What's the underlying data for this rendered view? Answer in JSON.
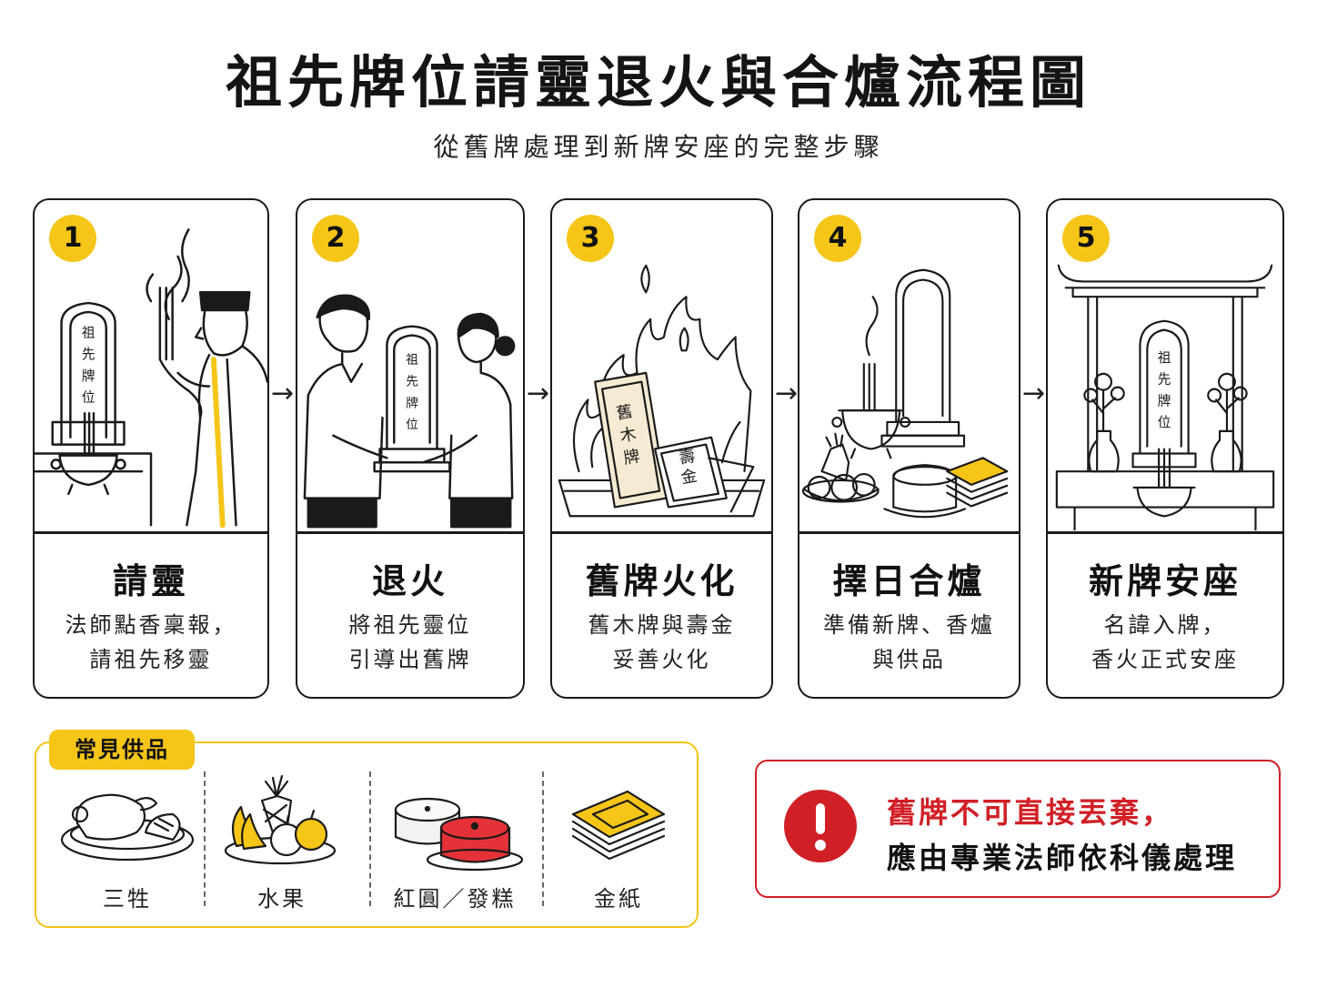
{
  "header": {
    "title": "祖先牌位請靈退火與合爐流程圖",
    "subtitle": "從舊牌處理到新牌安座的完整步驟"
  },
  "steps": [
    {
      "number": "1",
      "title": "請靈",
      "desc": [
        "法師點香稟報，",
        "請祖先移靈"
      ],
      "tablet_text": [
        "祖",
        "先",
        "牌",
        "位"
      ]
    },
    {
      "number": "2",
      "title": "退火",
      "desc": [
        "將祖先靈位",
        "引導出舊牌"
      ],
      "tablet_text": [
        "祖",
        "先",
        "牌",
        "位"
      ]
    },
    {
      "number": "3",
      "title": "舊牌火化",
      "desc": [
        "舊木牌與壽金",
        "妥善火化"
      ],
      "tablet_text": [
        "舊",
        "木",
        "牌"
      ],
      "paper_text": [
        "壽",
        "金"
      ]
    },
    {
      "number": "4",
      "title": "擇日合爐",
      "desc": [
        "準備新牌、香爐",
        "與供品"
      ]
    },
    {
      "number": "5",
      "title": "新牌安座",
      "desc": [
        "名諱入牌，",
        "香火正式安座"
      ],
      "tablet_text": [
        "祖",
        "先",
        "牌",
        "位"
      ]
    }
  ],
  "arrows": [
    "→",
    "→",
    "→",
    "→"
  ],
  "offerings": {
    "label": "常見供品",
    "items": [
      {
        "name": "三牲",
        "icon": "three-meats-icon"
      },
      {
        "name": "水果",
        "icon": "fruit-icon"
      },
      {
        "name": "紅圓／發糕",
        "icon": "cake-icon"
      },
      {
        "name": "金紙",
        "icon": "joss-paper-icon"
      }
    ]
  },
  "warning": {
    "icon": "exclamation-icon",
    "line1": "舊牌不可直接丟棄，",
    "line2": "應由專業法師依科儀處理"
  },
  "colors": {
    "accent_yellow": "#f5c518",
    "warning_red": "#d11f26",
    "ink": "#1a1a1a"
  }
}
